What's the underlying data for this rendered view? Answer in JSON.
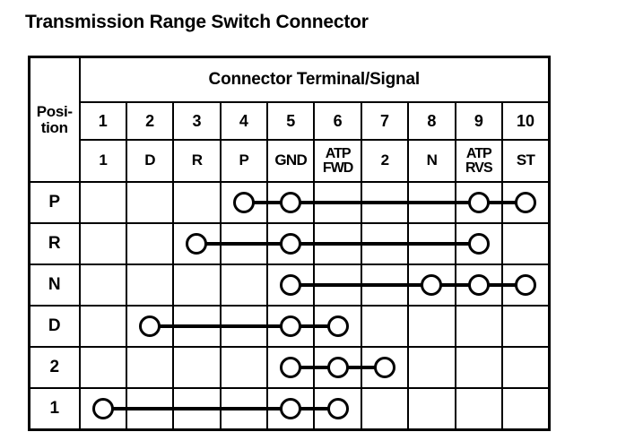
{
  "page": {
    "title": "Transmission Range Switch Connector",
    "background_color": "#ffffff",
    "line_color": "#000000"
  },
  "table": {
    "position_header": {
      "line1": "Posi-",
      "line2": "tion"
    },
    "banner": "Connector Terminal/Signal",
    "terminal_numbers": [
      "1",
      "2",
      "3",
      "4",
      "5",
      "6",
      "7",
      "8",
      "9",
      "10"
    ],
    "signals": [
      {
        "line1": "1",
        "line2": ""
      },
      {
        "line1": "D",
        "line2": ""
      },
      {
        "line1": "R",
        "line2": ""
      },
      {
        "line1": "P",
        "line2": ""
      },
      {
        "line1": "GND",
        "line2": ""
      },
      {
        "line1": "ATP",
        "line2": "FWD"
      },
      {
        "line1": "2",
        "line2": ""
      },
      {
        "line1": "N",
        "line2": ""
      },
      {
        "line1": "ATP",
        "line2": "RVS"
      },
      {
        "line1": "ST",
        "line2": ""
      }
    ],
    "rows": [
      {
        "position": "P",
        "nodes": [
          4,
          5,
          9,
          10
        ]
      },
      {
        "position": "R",
        "nodes": [
          3,
          5,
          9
        ]
      },
      {
        "position": "N",
        "nodes": [
          5,
          8,
          9,
          10
        ]
      },
      {
        "position": "D",
        "nodes": [
          2,
          5,
          6
        ]
      },
      {
        "position": "2",
        "nodes": [
          5,
          6,
          7
        ]
      },
      {
        "position": "1",
        "nodes": [
          1,
          5,
          6
        ]
      }
    ]
  },
  "chart_data": {
    "type": "table",
    "title": "Transmission Range Switch Connector",
    "column_group_label": "Connector Terminal/Signal",
    "row_header_label": "Position",
    "columns": [
      {
        "terminal": "1",
        "signal": "1"
      },
      {
        "terminal": "2",
        "signal": "D"
      },
      {
        "terminal": "3",
        "signal": "R"
      },
      {
        "terminal": "4",
        "signal": "P"
      },
      {
        "terminal": "5",
        "signal": "GND"
      },
      {
        "terminal": "6",
        "signal": "ATP FWD"
      },
      {
        "terminal": "7",
        "signal": "2"
      },
      {
        "terminal": "8",
        "signal": "N"
      },
      {
        "terminal": "9",
        "signal": "ATP RVS"
      },
      {
        "terminal": "10",
        "signal": "ST"
      }
    ],
    "rows": [
      {
        "position": "P",
        "continuity_terminals": [
          4,
          5,
          9,
          10
        ]
      },
      {
        "position": "R",
        "continuity_terminals": [
          3,
          5,
          9
        ]
      },
      {
        "position": "N",
        "continuity_terminals": [
          5,
          8,
          9,
          10
        ]
      },
      {
        "position": "D",
        "continuity_terminals": [
          2,
          5,
          6
        ]
      },
      {
        "position": "2",
        "continuity_terminals": [
          5,
          6,
          7
        ]
      },
      {
        "position": "1",
        "continuity_terminals": [
          1,
          5,
          6
        ]
      }
    ]
  }
}
